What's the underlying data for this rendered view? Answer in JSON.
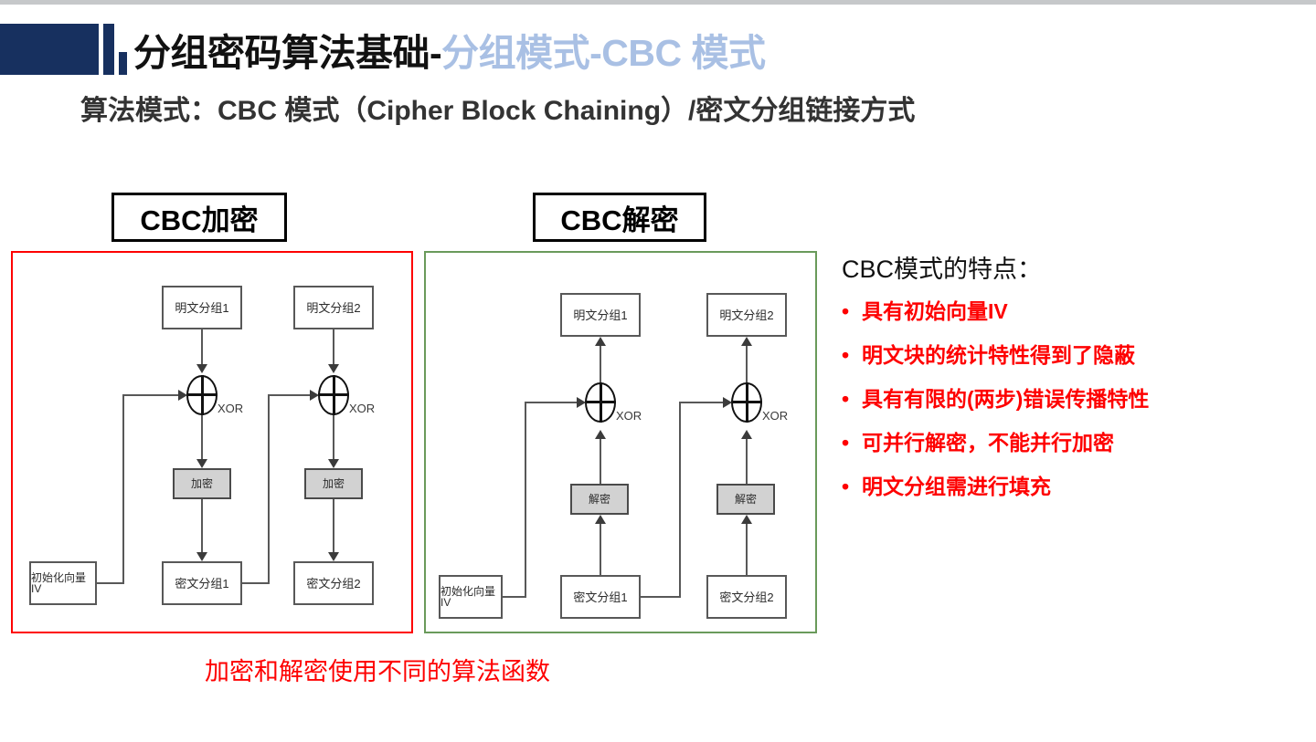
{
  "page": {
    "title_main": "分组密码算法基础-",
    "title_accent": "分组模式-CBC 模式",
    "subtitle": "算法模式：CBC 模式（Cipher Block Chaining）/密文分组链接方式",
    "accent_color": "#a9c0e4",
    "header_mark_color": "#17305f",
    "red_color": "#fe0000",
    "green_color": "#6a9a5b"
  },
  "diagrams": {
    "encrypt": {
      "caption": "CBC加密",
      "border_color": "#fe0000",
      "plaintext_1": "明文分组1",
      "plaintext_2": "明文分组2",
      "iv": "初始化向量IV",
      "op_1": "加密",
      "op_2": "加密",
      "ciphertext_1": "密文分组1",
      "ciphertext_2": "密文分组2",
      "xor_label_1": "XOR",
      "xor_label_2": "XOR"
    },
    "decrypt": {
      "caption": "CBC解密",
      "border_color": "#6a9a5b",
      "plaintext_1": "明文分组1",
      "plaintext_2": "明文分组2",
      "iv": "初始化向量IV",
      "op_1": "解密",
      "op_2": "解密",
      "ciphertext_1": "密文分组1",
      "ciphertext_2": "密文分组2",
      "xor_label_1": "XOR",
      "xor_label_2": "XOR"
    }
  },
  "features": {
    "heading": "CBC模式的特点：",
    "bullet_glyph": "•",
    "items": [
      "具有初始向量IV",
      "明文块的统计特性得到了隐蔽",
      "具有有限的(两步)错误传播特性",
      "可并行解密，不能并行加密",
      "明文分组需进行填充"
    ]
  },
  "bottom_caption": "加密和解密使用不同的算法函数"
}
